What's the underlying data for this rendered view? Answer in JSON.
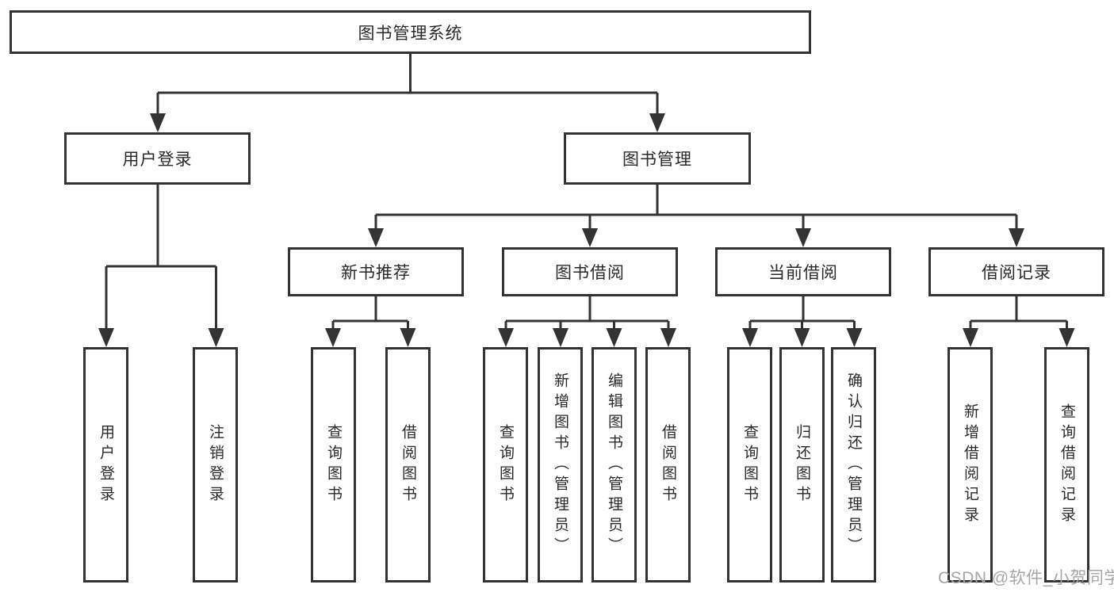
{
  "diagram": {
    "title": "图书管理系统",
    "branches": [
      {
        "label": "用户登录",
        "children": [
          {
            "label": "用户登录"
          },
          {
            "label": "注销登录"
          }
        ]
      },
      {
        "label": "图书管理",
        "children": [
          {
            "label": "新书推荐",
            "children": [
              {
                "label": "查询图书"
              },
              {
                "label": "借阅图书"
              }
            ]
          },
          {
            "label": "图书借阅",
            "children": [
              {
                "label": "查询图书"
              },
              {
                "label": "新增图书（管理员）"
              },
              {
                "label": "编辑图书（管理员）"
              },
              {
                "label": "借阅图书"
              }
            ]
          },
          {
            "label": "当前借阅",
            "children": [
              {
                "label": "查询图书"
              },
              {
                "label": "归还图书"
              },
              {
                "label": "确认归还（管理员）"
              }
            ]
          },
          {
            "label": "借阅记录",
            "children": [
              {
                "label": "新增借阅记录"
              },
              {
                "label": "查询借阅记录"
              }
            ]
          }
        ]
      }
    ]
  },
  "watermark": {
    "text": "CSDN @软件_小贺同学",
    "color": "#a6a6a6"
  },
  "colors": {
    "background": "#ffffff",
    "box_border": "#333333",
    "line": "#333333",
    "text": "#2a2a2a"
  }
}
